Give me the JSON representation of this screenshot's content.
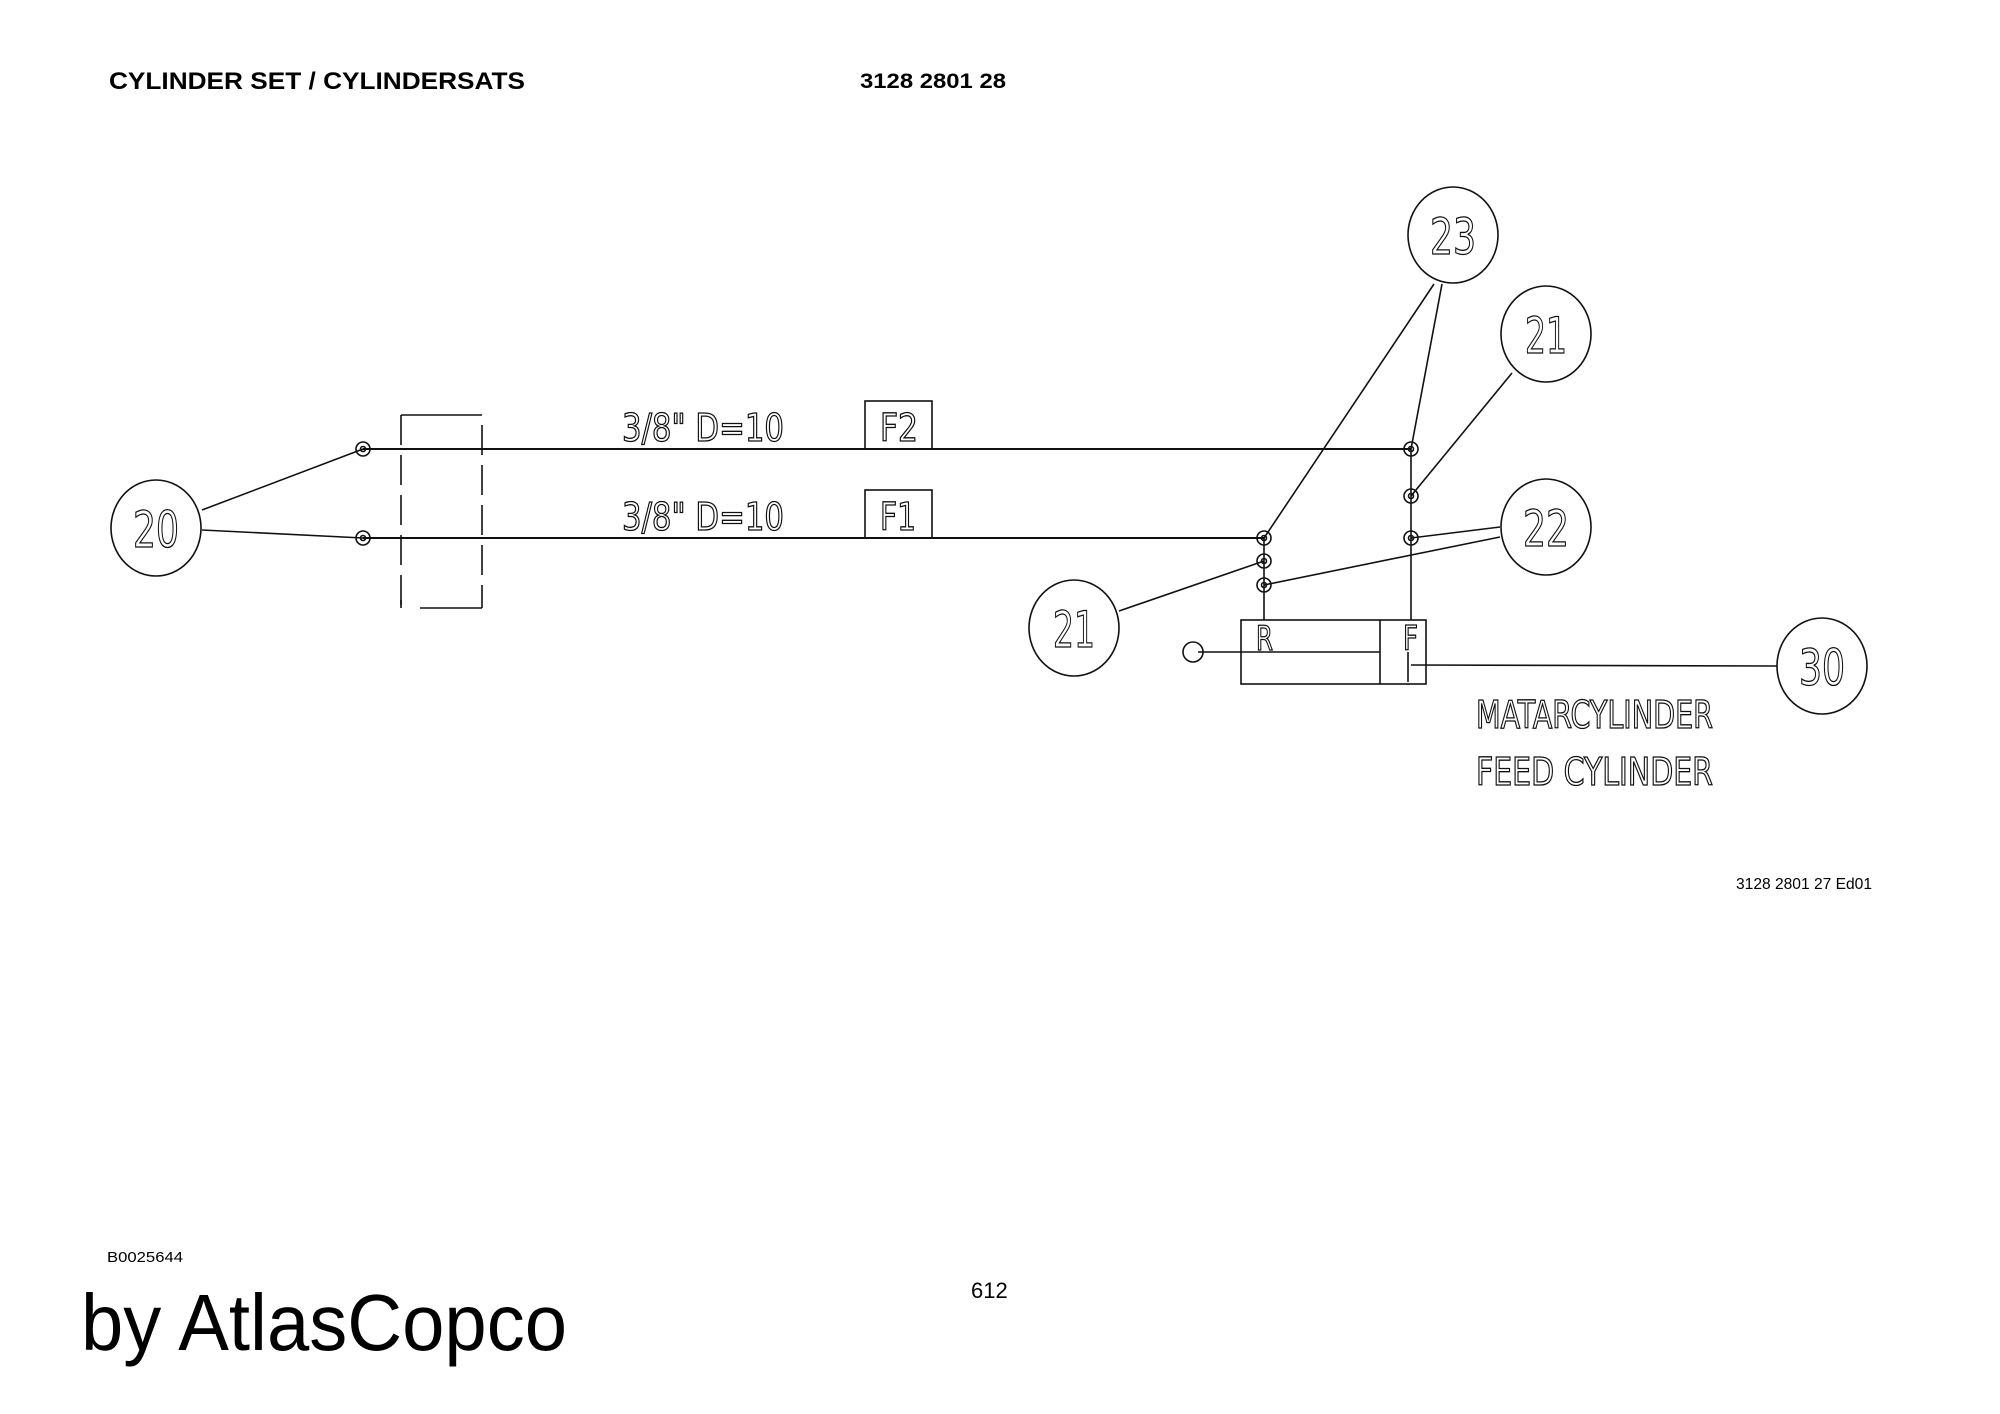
{
  "header": {
    "title": "CYLINDER SET / CYLINDERSATS",
    "part_number": "3128 2801 28"
  },
  "diagram": {
    "hose_labels": [
      "3/8\" D=10",
      "3/8\" D=10"
    ],
    "port_labels": [
      "F2",
      "F1"
    ],
    "callouts": [
      "20",
      "23",
      "21",
      "22",
      "21",
      "30"
    ],
    "cylinder_ports": [
      "R",
      "F"
    ],
    "cylinder_name": [
      "MATARCYLINDER",
      "FEED CYLINDER"
    ],
    "drawing_ref": "3128 2801 27 Ed01"
  },
  "footer": {
    "doc_id": "B0025644",
    "brand": "by AtlasCopco",
    "page_number": "612"
  }
}
